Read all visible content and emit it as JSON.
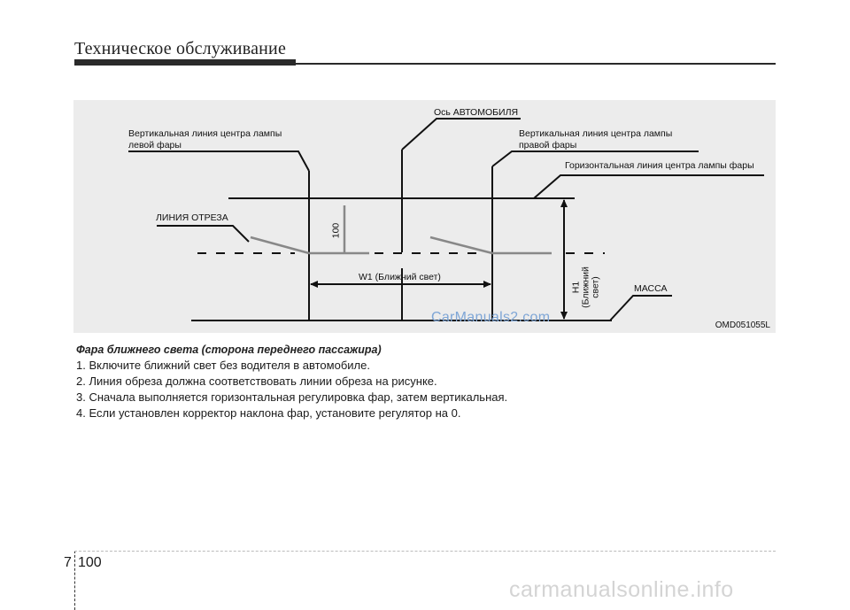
{
  "header": {
    "title": "Техническое обслуживание"
  },
  "figure": {
    "labels": {
      "left_lamp_vertical_line": [
        "Вертикальная линия центра лампы",
        "левой фары"
      ],
      "vehicle_axis": "Ось АВТОМОБИЛЯ",
      "right_lamp_vertical_line": [
        "Вертикальная линия центра лампы",
        "правой фары"
      ],
      "lamp_horizontal_line": "Горизонтальная линия центра лампы фары",
      "cutoff_line": "ЛИНИЯ ОТРЕЗА",
      "dimension_100": "100",
      "w1": "W1 (Ближний свет)",
      "h1": [
        "H1",
        "(Ближний",
        "свет)"
      ],
      "ground": "МАССА"
    },
    "watermark": "CarManuals2.com",
    "code": "OMD051055L"
  },
  "caption": "Фара ближнего света (сторона переднего пассажира)",
  "steps": [
    "1. Включите ближний свет без водителя в автомобиле.",
    "2. Линия обреза должна соответствовать линии обреза на рисунке.",
    "3. Сначала выполняется горизонтальная регулировка фар, затем вертикальная.",
    "4. Если установлен корректор наклона фар, установите регулятор на 0."
  ],
  "footer": {
    "chapter": "7",
    "page": "100",
    "site": "carmanualsonline.info"
  }
}
